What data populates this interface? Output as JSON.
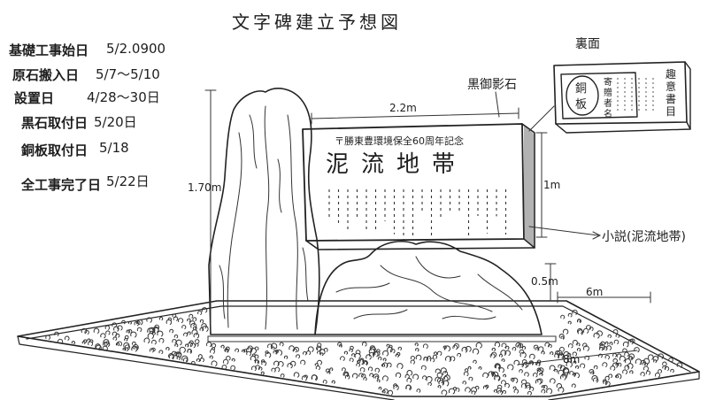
{
  "title": "文字碑建立予想図",
  "schedule": [
    {
      "label": "基礎工事始日",
      "value": "5/2.0900"
    },
    {
      "label": "原石搬入日",
      "value": "5/7〜5/10"
    },
    {
      "label": "設置日",
      "value": "4/28〜30日"
    },
    {
      "label": "黒石取付日",
      "value": "5/20日"
    },
    {
      "label": "銅板取付日",
      "value": "5/18"
    },
    {
      "label": "全工事完了日",
      "value": "5/22日"
    }
  ],
  "back_side": {
    "heading": "裏面",
    "plate_label_1": "銅",
    "plate_label_2": "板",
    "col_1": "趣",
    "col_2": "意",
    "col_3": "書",
    "col_4": "目",
    "col_5": "寄",
    "col_6": "贈",
    "col_7": "者",
    "col_8": "名"
  },
  "black_stone_label": "黒御影石",
  "plaque": {
    "top_line": "〒勝東豊環境保全60周年記念",
    "main_text": "泥流地帯"
  },
  "novel_label": "小説(泥流地帯)",
  "dimensions": {
    "plaque_width": "2.2m",
    "plaque_height": "1m",
    "rock_height": "1.70m",
    "base_height": "0.5m",
    "depth": "6m",
    "width": "8m"
  }
}
